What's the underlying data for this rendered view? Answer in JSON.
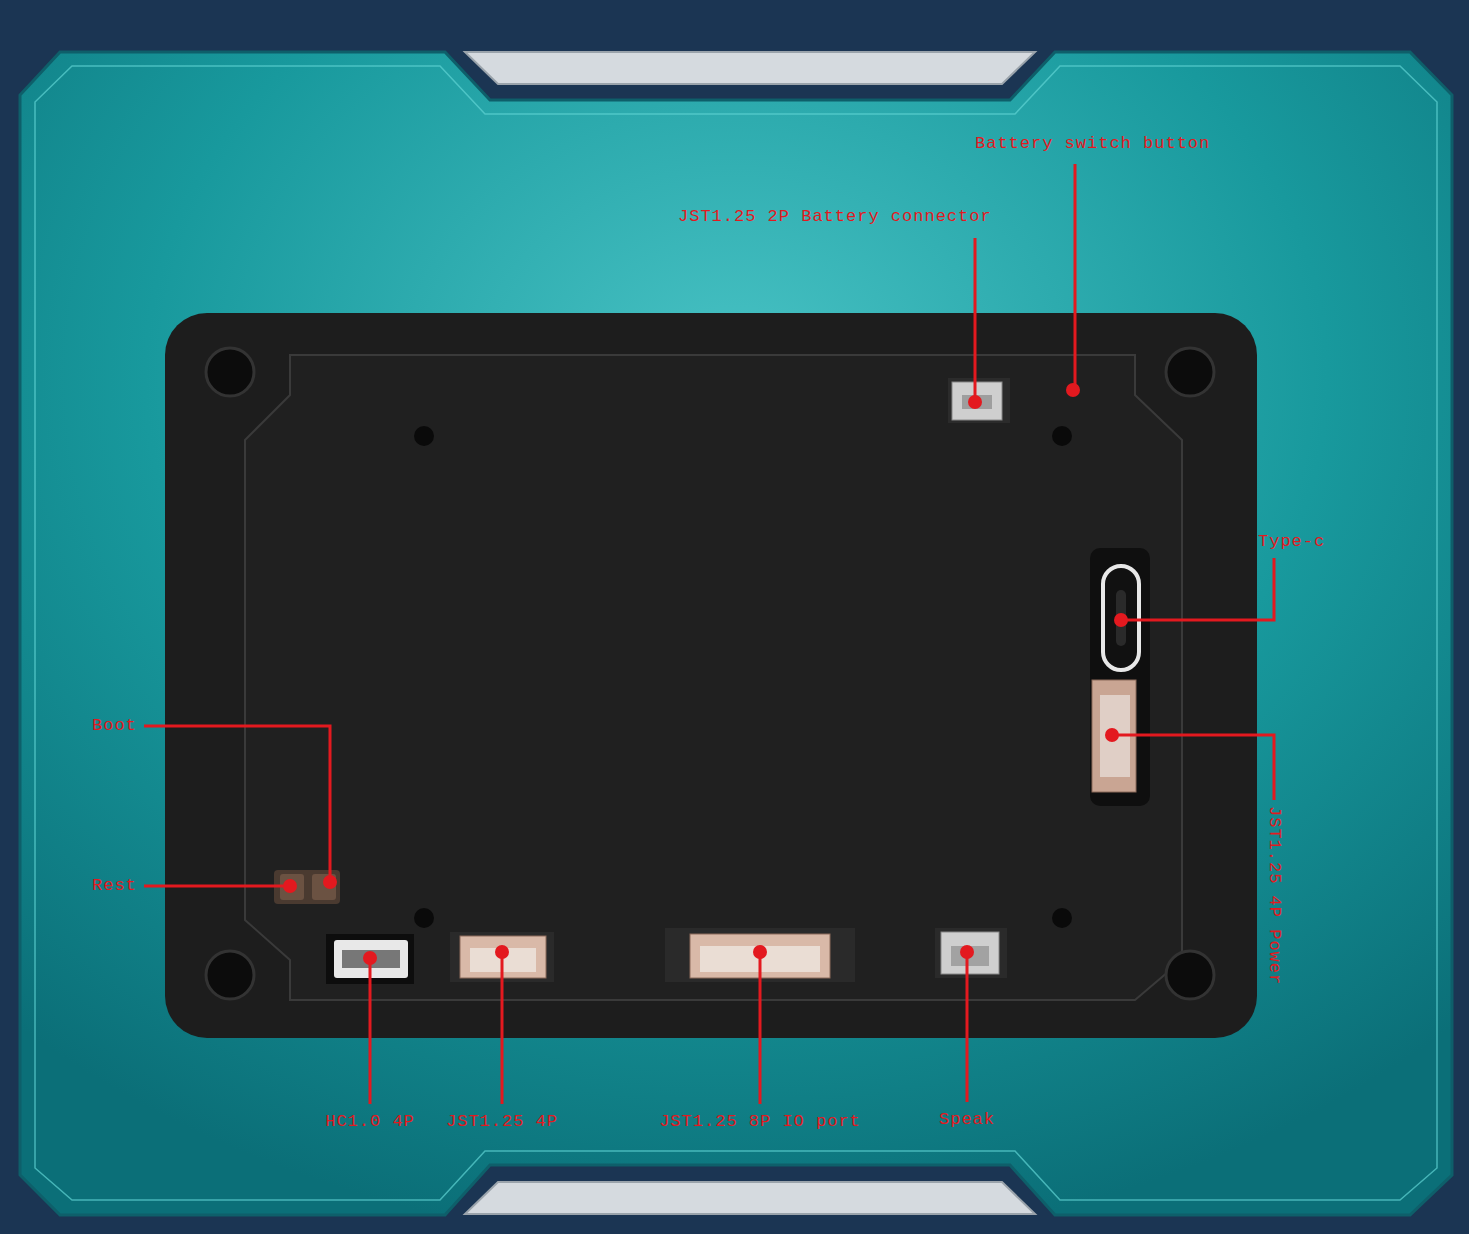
{
  "diagram": {
    "labels": [
      "Battery switch button",
      "JST1.25 2P Battery connector",
      "Type-c",
      "JST1.25 4P Power",
      "Boot",
      "Rest",
      "HC1.0 4P",
      "JST1.25 4P",
      "JST1.25 8P IO port",
      "Speak"
    ]
  }
}
